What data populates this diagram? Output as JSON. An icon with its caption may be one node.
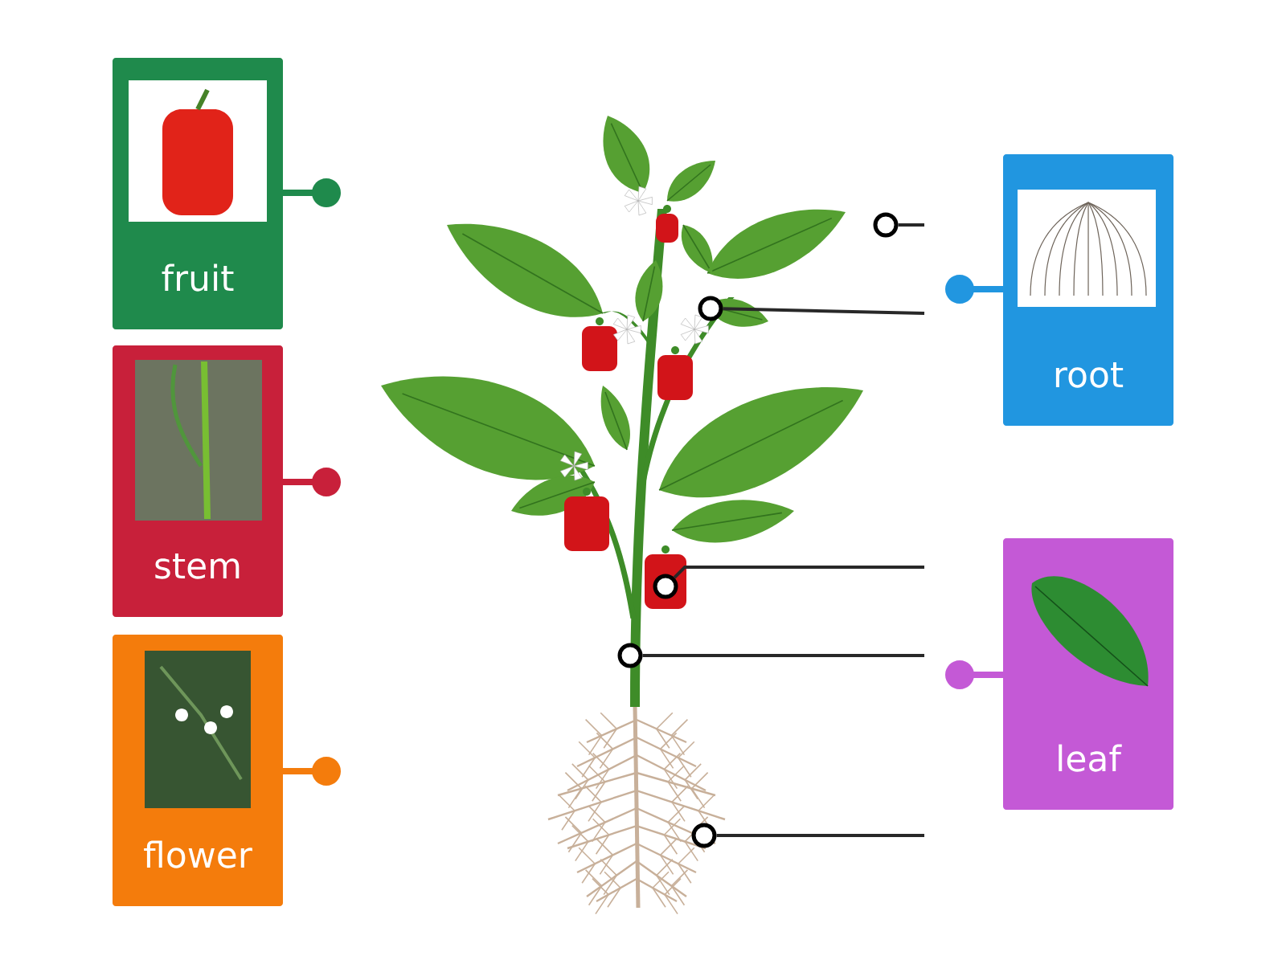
{
  "diagram": {
    "nodes": [
      {
        "text": [
          "fruit"
        ]
      },
      {
        "text": [
          "stem"
        ]
      },
      {
        "text": [
          "flower"
        ]
      },
      {
        "text": [
          "root"
        ]
      },
      {
        "text": [
          "leaf"
        ]
      },
      {
        "text": [],
        "shape": "circle"
      },
      {
        "text": [],
        "shape": "circle"
      },
      {
        "text": [],
        "shape": "circle"
      },
      {
        "text": [],
        "shape": "circle"
      },
      {
        "text": [],
        "shape": "circle"
      }
    ],
    "edges": [
      {
        "from": null,
        "to": 5,
        "arrow": "none"
      },
      {
        "from": null,
        "to": 6,
        "arrow": "none"
      },
      {
        "from": null,
        "to": 7,
        "arrow": "none"
      },
      {
        "from": null,
        "to": 8,
        "arrow": "none"
      },
      {
        "from": null,
        "to": 9,
        "arrow": "none"
      }
    ]
  }
}
